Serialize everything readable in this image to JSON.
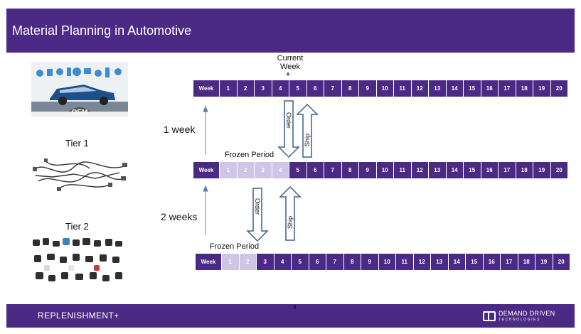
{
  "slide": {
    "title": "Material Planning in Automotive",
    "page_number": "9"
  },
  "footer": {
    "left_brand": "REPLENISHMENT+",
    "right_brand_name": "DEMAND DRIVEN",
    "right_brand_sub": "TECHNOLOGIES"
  },
  "current_week_label": "Current Week",
  "left_column": {
    "oem_label": "OEM",
    "tier1_label": "Tier 1",
    "tier2_label": "Tier 2"
  },
  "lead_times": {
    "oem_tier1": "1 week",
    "tier1_tier2": "2 weeks"
  },
  "frozen_labels": {
    "tier1": "Frozen Period",
    "tier2": "Frozen Period"
  },
  "flow_labels": {
    "order": "Order",
    "ship": "Ship"
  },
  "rows": {
    "head_label": "Week",
    "weeks": [
      "1",
      "2",
      "3",
      "4",
      "5",
      "6",
      "7",
      "8",
      "9",
      "10",
      "11",
      "12",
      "13",
      "14",
      "15",
      "16",
      "17",
      "18",
      "19",
      "20"
    ],
    "oem_frozen_count": 0,
    "tier1_frozen_count": 4,
    "tier2_frozen_count": 2
  },
  "colors": {
    "brand_purple": "#4b2a86",
    "frozen_lavender": "#cfc5e6",
    "arrow_blue": "#3a5f8f"
  }
}
